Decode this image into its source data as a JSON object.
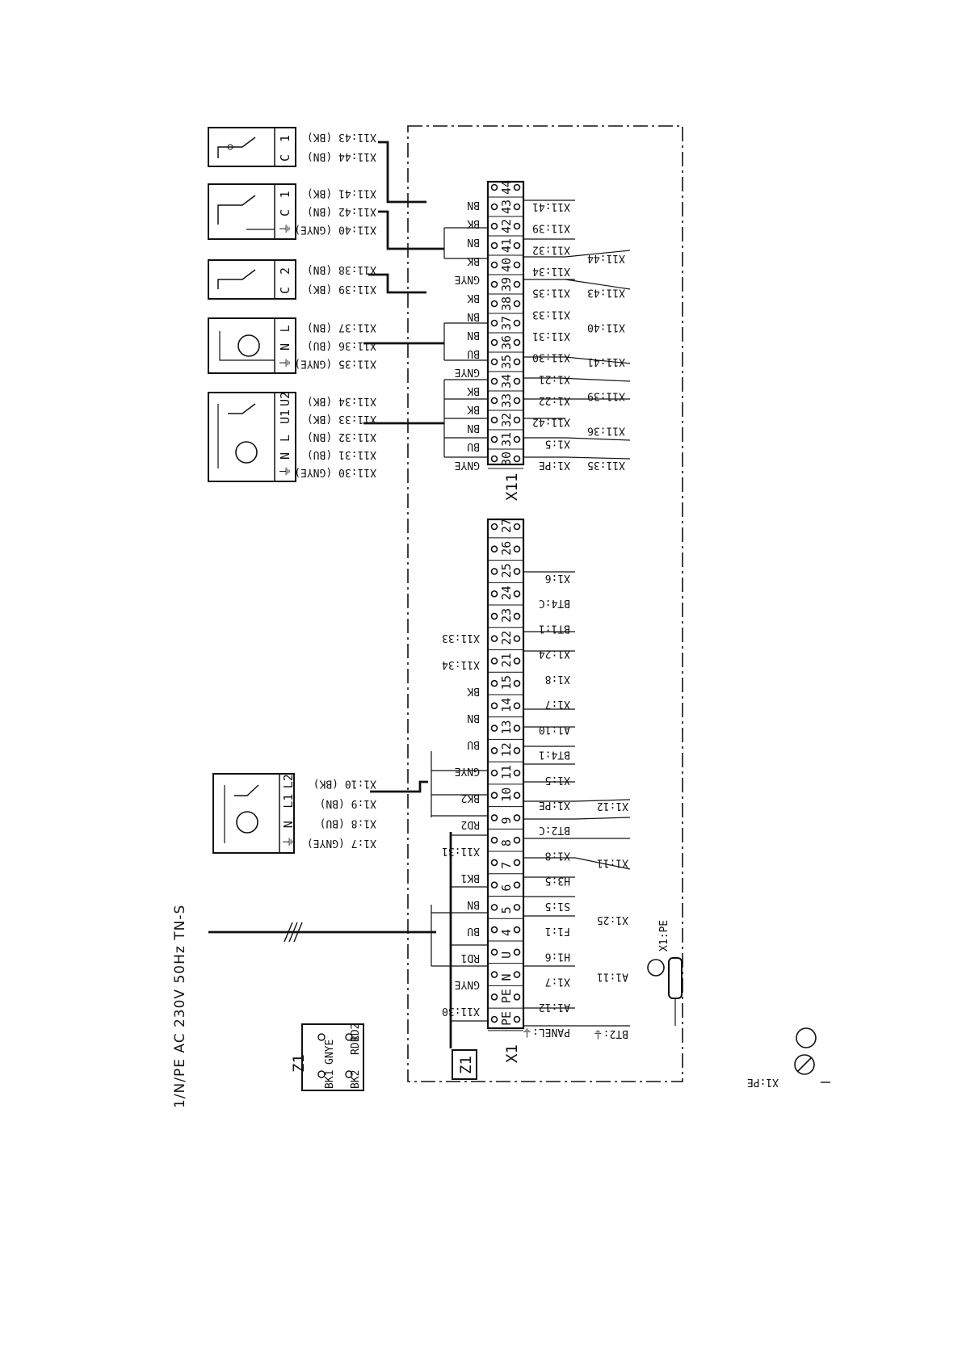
{
  "supply_label": "1/N/PE AC 230V 50Hz TN-S",
  "z1_label": "Z1",
  "z1_box_label": "Z1",
  "z1_pins": {
    "top_left": "GNYE",
    "top_right": "RD1",
    "bottom_left": "BK1",
    "bottom_right": "BK2",
    "right_low": "RD2"
  },
  "x1_label": "X1",
  "x11_label": "X11",
  "earth_label": "X1:PE",
  "earth_label_2": "X1:PE",
  "x11_pins": [
    "30",
    "31",
    "32",
    "33",
    "34",
    "35",
    "36",
    "37",
    "38",
    "39",
    "40",
    "41",
    "42",
    "43",
    "44"
  ],
  "x1_pins": [
    "PE",
    "PE",
    "N",
    "U",
    "4",
    "5",
    "6",
    "7",
    "8",
    "9",
    "10",
    "11",
    "12",
    "13",
    "14",
    "15",
    "21",
    "22",
    "23",
    "24",
    "25",
    "26",
    "27"
  ],
  "x11_right_labels": [
    "X1:PE",
    "X1:5",
    "X11:42",
    "X1:22",
    "X1:21",
    "X11:30",
    "X11:31",
    "X11:33",
    "X11:35",
    "X11:34",
    "X11:32",
    "X11:39",
    "X11:41"
  ],
  "x11_far_labels": [
    "X11:35",
    "X11:36",
    "X11:39",
    "X11:41",
    "X11:40",
    "X11:43",
    "X11:44"
  ],
  "x11_left_wire_labels": [
    "GNYE",
    "BU",
    "BN",
    "BK",
    "BK",
    "GNYE",
    "BU",
    "BN",
    "BN",
    "BK",
    "GNYE",
    "BK",
    "BN",
    "BK",
    "BN"
  ],
  "x1_right_labels": [
    "PANEL:⏚",
    "A1:12",
    "X1:7",
    "H1:6",
    "F1:1",
    "S1:5",
    "H3:5",
    "X1:8",
    "BT2:C",
    "X1:PE",
    "X1:5",
    "BT4:1",
    "A1:10",
    "X1:7",
    "X1:8",
    "X1:24",
    "BT1:1",
    "BT4:C",
    "X1:6"
  ],
  "x1_far_labels": [
    "BT2:⏚",
    "A1:11",
    "X1:25",
    "X1:11",
    "X1:12"
  ],
  "x1_left_labels": [
    "X11:30",
    "GNYE",
    "RD1",
    "BU",
    "BN",
    "BK1",
    "X11:31",
    "RD2",
    "BK2",
    "GNYE",
    "BU",
    "BN",
    "BK",
    "X11:34",
    "X11:33"
  ],
  "components": [
    {
      "name": "compressor-relay-c1-top",
      "pins": [
        "C",
        "1"
      ],
      "wires": [
        "X11:44 (BN)",
        "X11:43 (BK)"
      ]
    },
    {
      "name": "relay-c1",
      "pins": [
        "⏚",
        "C",
        "1"
      ],
      "wires": [
        "X11:40 (GNYE)",
        "X11:42 (BN)",
        "X11:41 (BK)"
      ]
    },
    {
      "name": "relay-c2",
      "pins": [
        "C",
        "2"
      ],
      "wires": [
        "X11:39 (BK)",
        "X11:38 (BN)"
      ]
    },
    {
      "name": "pump",
      "pins": [
        "⏚",
        "N",
        "L"
      ],
      "wires": [
        "X11:35 (GNYE)",
        "X11:36 (BU)",
        "X11:37 (BN)"
      ]
    },
    {
      "name": "motor-valve-1",
      "pins": [
        "⏚",
        "N",
        "L",
        "U1",
        "U2"
      ],
      "wires": [
        "X11:30 (GNYE)",
        "X11:31 (BU)",
        "X11:32 (BN)",
        "X11:33 (BK)",
        "X11:34 (BK)"
      ]
    },
    {
      "name": "motor-valve-2",
      "pins": [
        "⏚",
        "N",
        "L1",
        "L2"
      ],
      "wires": [
        "X1:7 (GNYE)",
        "X1:8 (BU)",
        "X1:9 (BN)",
        "X1:10 (BK)"
      ]
    }
  ]
}
